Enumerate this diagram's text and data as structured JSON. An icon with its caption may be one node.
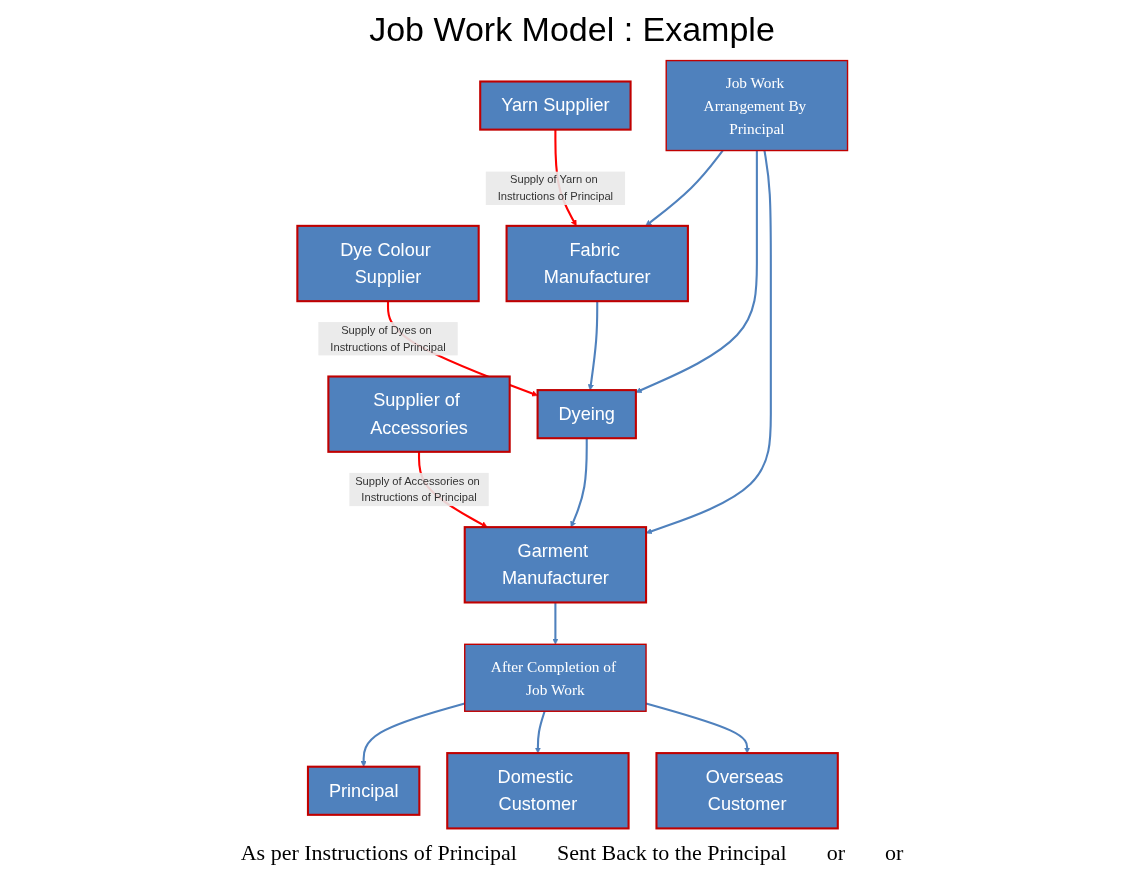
{
  "diagram": {
    "title": "Job Work Model : Example",
    "nodes": [
      {
        "text": [
          "Yarn Supplier"
        ]
      },
      {
        "text": [
          "Dye Colour Supplier"
        ]
      },
      {
        "text": [
          "Supplier of Accessories"
        ]
      },
      {
        "text": [
          "Principal"
        ]
      },
      {
        "text": [
          "Fabric Manufacturer"
        ]
      },
      {
        "text": [
          "Dyeing"
        ]
      },
      {
        "text": [
          "Garment Manufacturer"
        ]
      },
      {
        "text": [
          "Job Work Arrangement By Principal"
        ]
      },
      {
        "text": [
          "After Completion of Job Work"
        ]
      },
      {
        "text": [
          "Domestic Customer"
        ]
      },
      {
        "text": [
          "Overseas Customer"
        ]
      }
    ],
    "edges": [
      {
        "from": 0,
        "to": 4,
        "arrow": "to",
        "label": "Supply of Yarn on Instructions of Principal",
        "color": "#ff0000"
      },
      {
        "from": 1,
        "to": 5,
        "arrow": "to",
        "label": "Supply of Dyes on Instructions of Principal",
        "color": "#ff0000"
      },
      {
        "from": 2,
        "to": 6,
        "arrow": "to",
        "label": "Supply of Accessories on Instructions of Principal",
        "color": "#ff0000"
      },
      {
        "from": 4,
        "to": 5,
        "arrow": "to"
      },
      {
        "from": 5,
        "to": 6,
        "arrow": "to"
      },
      {
        "from": 7,
        "to": 4,
        "arrow": "to"
      },
      {
        "from": 7,
        "to": 5,
        "arrow": "to"
      },
      {
        "from": 7,
        "to": 6,
        "arrow": "to"
      },
      {
        "from": 6,
        "to": 8,
        "arrow": "to"
      },
      {
        "from": 8,
        "to": 3,
        "arrow": "to"
      },
      {
        "from": 8,
        "to": 9,
        "arrow": "to"
      },
      {
        "from": 8,
        "to": 10,
        "arrow": "to"
      }
    ],
    "labels": [
      "As per Instructions of Principal",
      "Sent Back to the Principal",
      "or",
      "or"
    ]
  }
}
